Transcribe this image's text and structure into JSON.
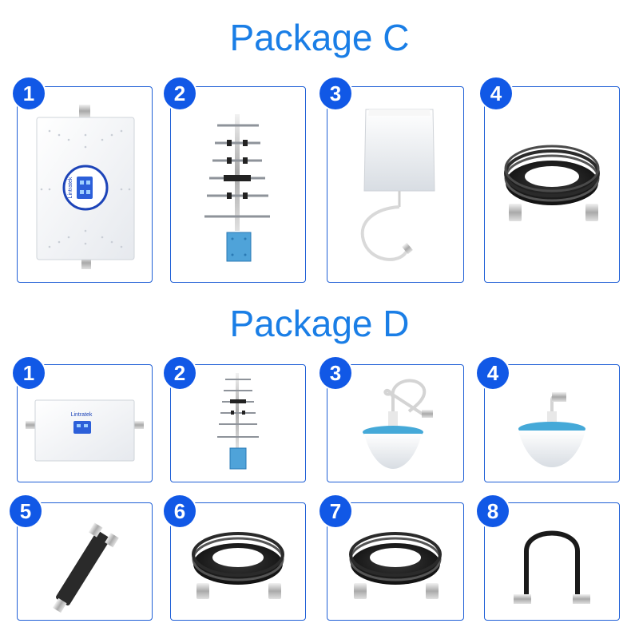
{
  "packages": [
    {
      "title": "Package C",
      "items": [
        {
          "number": "1",
          "product": "signal-booster-repeater",
          "brand": "Lintratek"
        },
        {
          "number": "2",
          "product": "yagi-outdoor-antenna"
        },
        {
          "number": "3",
          "product": "indoor-panel-antenna"
        },
        {
          "number": "4",
          "product": "coaxial-cable-coil"
        }
      ]
    },
    {
      "title": "Package D",
      "items": [
        {
          "number": "1",
          "product": "signal-booster-repeater",
          "brand": "Lintratek"
        },
        {
          "number": "2",
          "product": "yagi-outdoor-antenna"
        },
        {
          "number": "3",
          "product": "ceiling-antenna-with-cable"
        },
        {
          "number": "4",
          "product": "ceiling-antenna"
        },
        {
          "number": "5",
          "product": "power-splitter"
        },
        {
          "number": "6",
          "product": "coaxial-cable-coil"
        },
        {
          "number": "7",
          "product": "coaxial-cable-coil"
        },
        {
          "number": "8",
          "product": "jumper-cable"
        }
      ]
    }
  ],
  "colors": {
    "accent": "#1a7ee6",
    "badge": "#1158e6",
    "border": "#1f5fd6"
  }
}
